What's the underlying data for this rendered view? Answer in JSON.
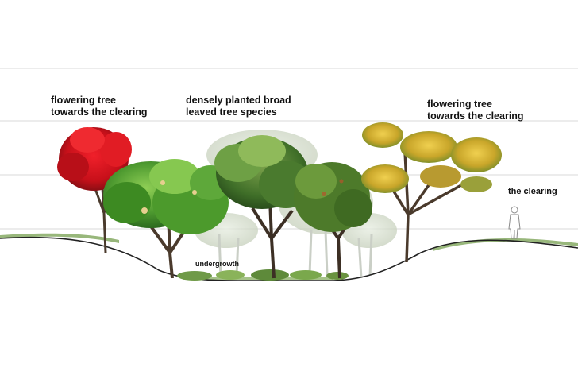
{
  "labels": {
    "flowering_left": {
      "line1": "flowering tree",
      "line2": "towards the clearing"
    },
    "broad_leaved": {
      "line1": "densely planted broad",
      "line2": "leaved tree species"
    },
    "flowering_right": {
      "line1": "flowering tree",
      "line2": "towards the clearing"
    },
    "clearing": "the clearing",
    "undergrowth": "undergrowth"
  },
  "colors": {
    "guide_line": "#d9d9d9",
    "ground_line": "#222222",
    "flowering_red": "#d0101a",
    "canopy_green": "#3d8a2a",
    "canopy_light": "#8fc25a",
    "flowering_yellow": "#d9b42a",
    "trunk": "#4a3a2c",
    "background_trees": "#c9cfc6"
  },
  "icons": {
    "person": "standing-human-silhouette-icon"
  }
}
